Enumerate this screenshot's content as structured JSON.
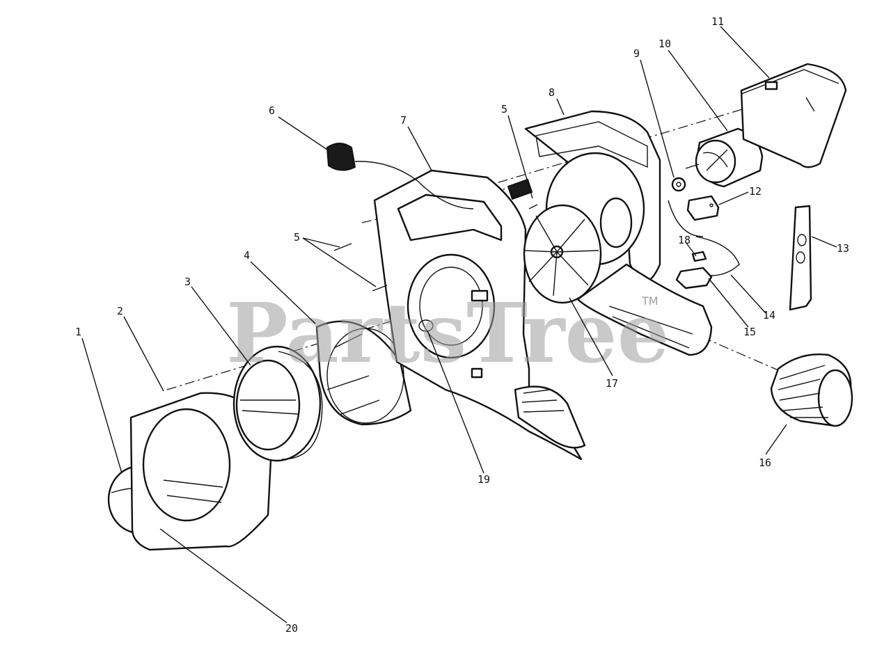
{
  "watermark": {
    "text": "PartsTree",
    "mark": "TM"
  },
  "labels": [
    "1",
    "2",
    "3",
    "4",
    "5",
    "5",
    "6",
    "7",
    "8",
    "9",
    "10",
    "11",
    "12",
    "13",
    "14",
    "15",
    "16",
    "17",
    "18",
    "19",
    "20"
  ]
}
